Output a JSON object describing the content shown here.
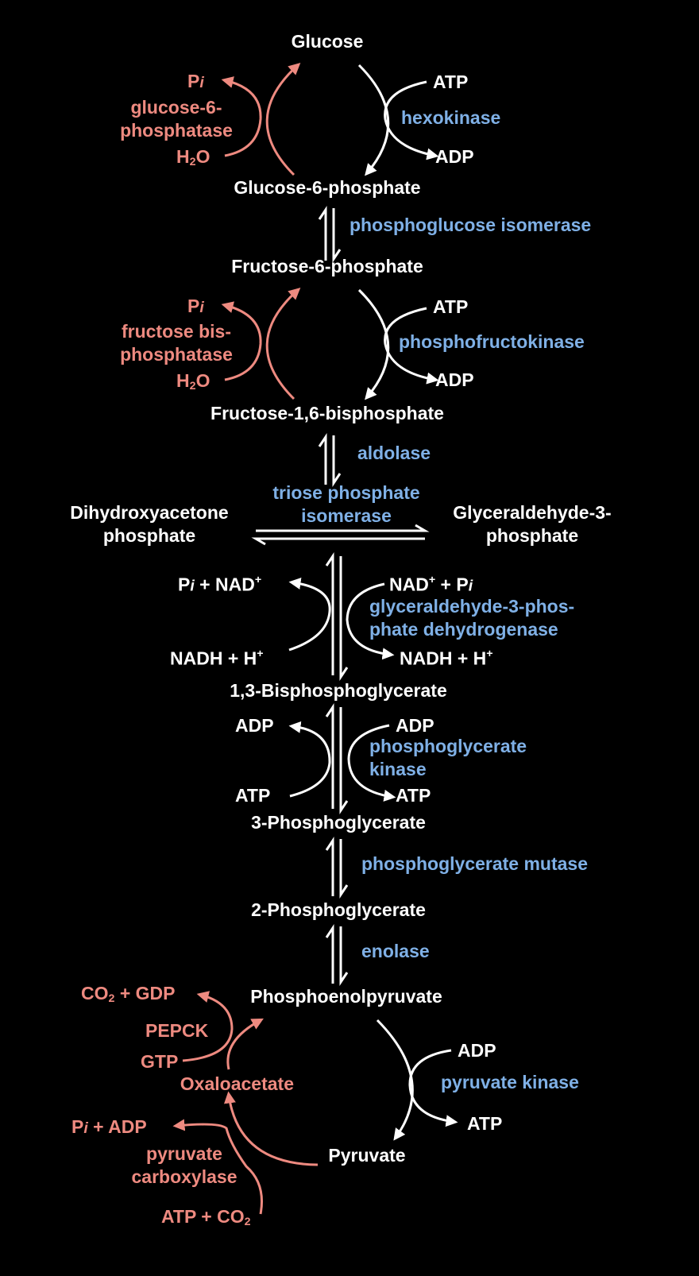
{
  "colors": {
    "background": "#000000",
    "metabolite": "#ffffff",
    "glycolysis_enzyme": "#7fb0e6",
    "gluconeogenesis": "#ee8a80"
  },
  "metabolites": {
    "glucose": "Glucose",
    "g6p": "Glucose-6-phosphate",
    "f6p": "Fructose-6-phosphate",
    "f16bp": "Fructose-1,6-bisphosphate",
    "dhap_line1": "Dihydroxyacetone",
    "dhap_line2": "phosphate",
    "g3p_line1": "Glyceraldehyde-3-",
    "g3p_line2": "phosphate",
    "bpg13": "1,3-Bisphosphoglycerate",
    "pg3": "3-Phosphoglycerate",
    "pg2": "2-Phosphoglycerate",
    "pep": "Phosphoenolpyruvate",
    "pyruvate": "Pyruvate",
    "oxaloacetate": "Oxaloacetate"
  },
  "glycolysis_enzymes": {
    "hexokinase": "hexokinase",
    "phosphoglucose_isomerase": "phosphoglucose isomerase",
    "phosphofructokinase": "phosphofructokinase",
    "aldolase": "aldolase",
    "tpi_line1": "triose phosphate",
    "tpi_line2": "isomerase",
    "gapdh_line1": "glyceraldehyde-3-phos-",
    "gapdh_line2": "phate dehydrogenase",
    "pgk_line1": "phosphoglycerate",
    "pgk_line2": "kinase",
    "pgm": "phosphoglycerate mutase",
    "enolase": "enolase",
    "pyruvate_kinase": "pyruvate kinase"
  },
  "gluconeogenesis_enzymes": {
    "g6pase_line1": "glucose-6-",
    "g6pase_line2": "phosphatase",
    "fbpase_line1": "fructose bis-",
    "fbpase_line2": "phosphatase",
    "pepck": "PEPCK",
    "pc_line1": "pyruvate",
    "pc_line2": "carboxylase"
  },
  "cofactors": {
    "atp": "ATP",
    "adp": "ADP",
    "p": "P",
    "i": "i",
    "h": "H",
    "two": "2",
    "o": "O",
    "nad_plus": "+",
    "plus_p": " + P",
    "p_plus_nad": " + NAD",
    "nad": "NAD",
    "nadh_h": "NADH + H",
    "co": "CO",
    "plus_gdp": " + GDP",
    "gtp": "GTP",
    "plus_adp": " + ADP",
    "atp_plus_co": "ATP + CO"
  }
}
